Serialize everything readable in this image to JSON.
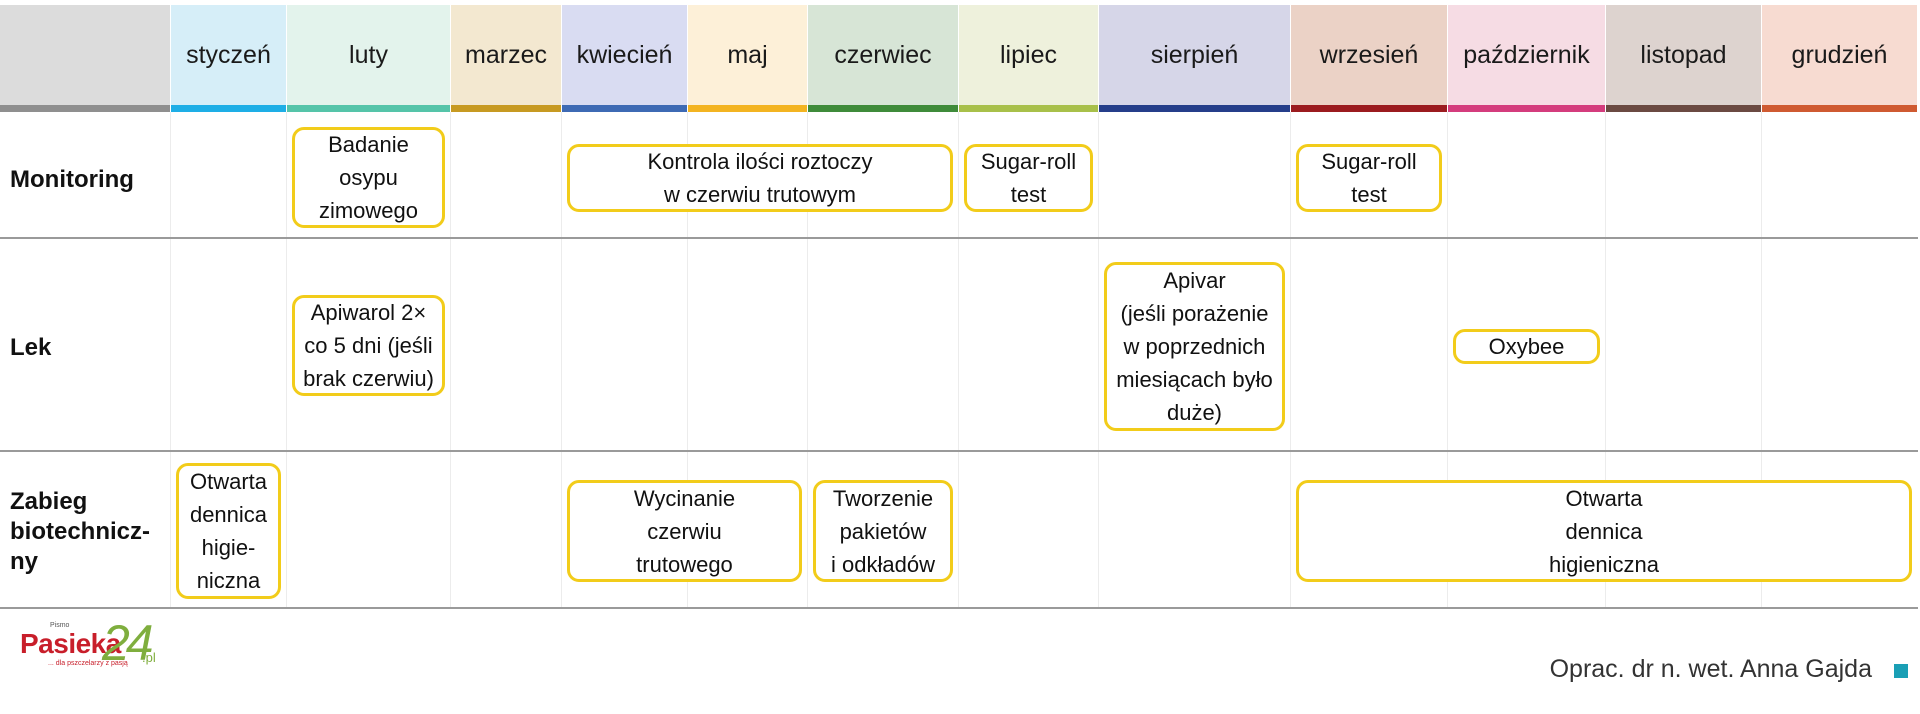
{
  "months": [
    {
      "label": "styczeń",
      "bg": "#d6eef8",
      "bar": "#1eaee6"
    },
    {
      "label": "luty",
      "bg": "#e3f3ec",
      "bar": "#55c4a9"
    },
    {
      "label": "marzec",
      "bg": "#f3e8d0",
      "bar": "#c79a22"
    },
    {
      "label": "kwiecień",
      "bg": "#d9dcf2",
      "bar": "#3e6ab4"
    },
    {
      "label": "maj",
      "bg": "#fdf0d8",
      "bar": "#f3b421"
    },
    {
      "label": "czerwiec",
      "bg": "#d7e5d6",
      "bar": "#3f8b3a"
    },
    {
      "label": "lipiec",
      "bg": "#eef1dc",
      "bar": "#a8c04a"
    },
    {
      "label": "sierpień",
      "bg": "#d6d6e8",
      "bar": "#253e8a"
    },
    {
      "label": "wrzesień",
      "bg": "#ebd2c6",
      "bar": "#9b1b1f"
    },
    {
      "label": "październik",
      "bg": "#f6dce4",
      "bar": "#d43c7d"
    },
    {
      "label": "listopad",
      "bg": "#ddd3cf",
      "bar": "#6b4a42"
    },
    {
      "label": "grudzień",
      "bg": "#f7dbd1",
      "bar": "#cf5a31"
    }
  ],
  "rows": [
    {
      "key": "monitoring",
      "label": "Monitoring"
    },
    {
      "key": "lek",
      "label": "Lek"
    },
    {
      "key": "zabieg",
      "label": "Zabieg\nbiotechnicz-\nny"
    }
  ],
  "activities": [
    {
      "row": "monitoring",
      "text": "Badanie\nosypu\nzimowego",
      "start": "luty",
      "end": "luty"
    },
    {
      "row": "monitoring",
      "text": "Kontrola ilości roztoczy\nw czerwiu trutowym",
      "start": "kwiecień",
      "end": "czerwiec"
    },
    {
      "row": "monitoring",
      "text": "Sugar-roll\ntest",
      "start": "lipiec",
      "end": "lipiec"
    },
    {
      "row": "monitoring",
      "text": "Sugar-roll\ntest",
      "start": "wrzesień",
      "end": "wrzesień"
    },
    {
      "row": "lek",
      "text": "Apiwarol 2×\nco 5 dni (jeśli\nbrak czerwiu)",
      "start": "luty",
      "end": "luty"
    },
    {
      "row": "lek",
      "text": "Apivar\n(jeśli porażenie\nw poprzednich\nmiesiącach było\nduże)",
      "start": "sierpień",
      "end": "sierpień"
    },
    {
      "row": "lek",
      "text": "Oxybee",
      "start": "październik",
      "end": "październik"
    },
    {
      "row": "zabieg",
      "text": "Otwarta\ndennica\nhigie-\nniczna",
      "start": "styczeń",
      "end": "styczeń"
    },
    {
      "row": "zabieg",
      "text": "Wycinanie\nczerwiu\ntrutowego",
      "start": "kwiecień",
      "end": "maj"
    },
    {
      "row": "zabieg",
      "text": "Tworzenie\npakietów\ni odkładów",
      "start": "czerwiec",
      "end": "czerwiec"
    },
    {
      "row": "zabieg",
      "text": "Otwarta\ndennica\nhigieniczna",
      "start": "wrzesień",
      "end": "grudzień"
    }
  ],
  "logo": {
    "small": "Pismo",
    "name": "Pasieka",
    "number": "24",
    "tld": ".pl",
    "tagline": "... dla pszczelarzy z pasją"
  },
  "credit": "Oprac. dr n. wet. Anna Gajda",
  "accent_color": "#f2cc1a",
  "credit_square_color": "#1a9fb5"
}
